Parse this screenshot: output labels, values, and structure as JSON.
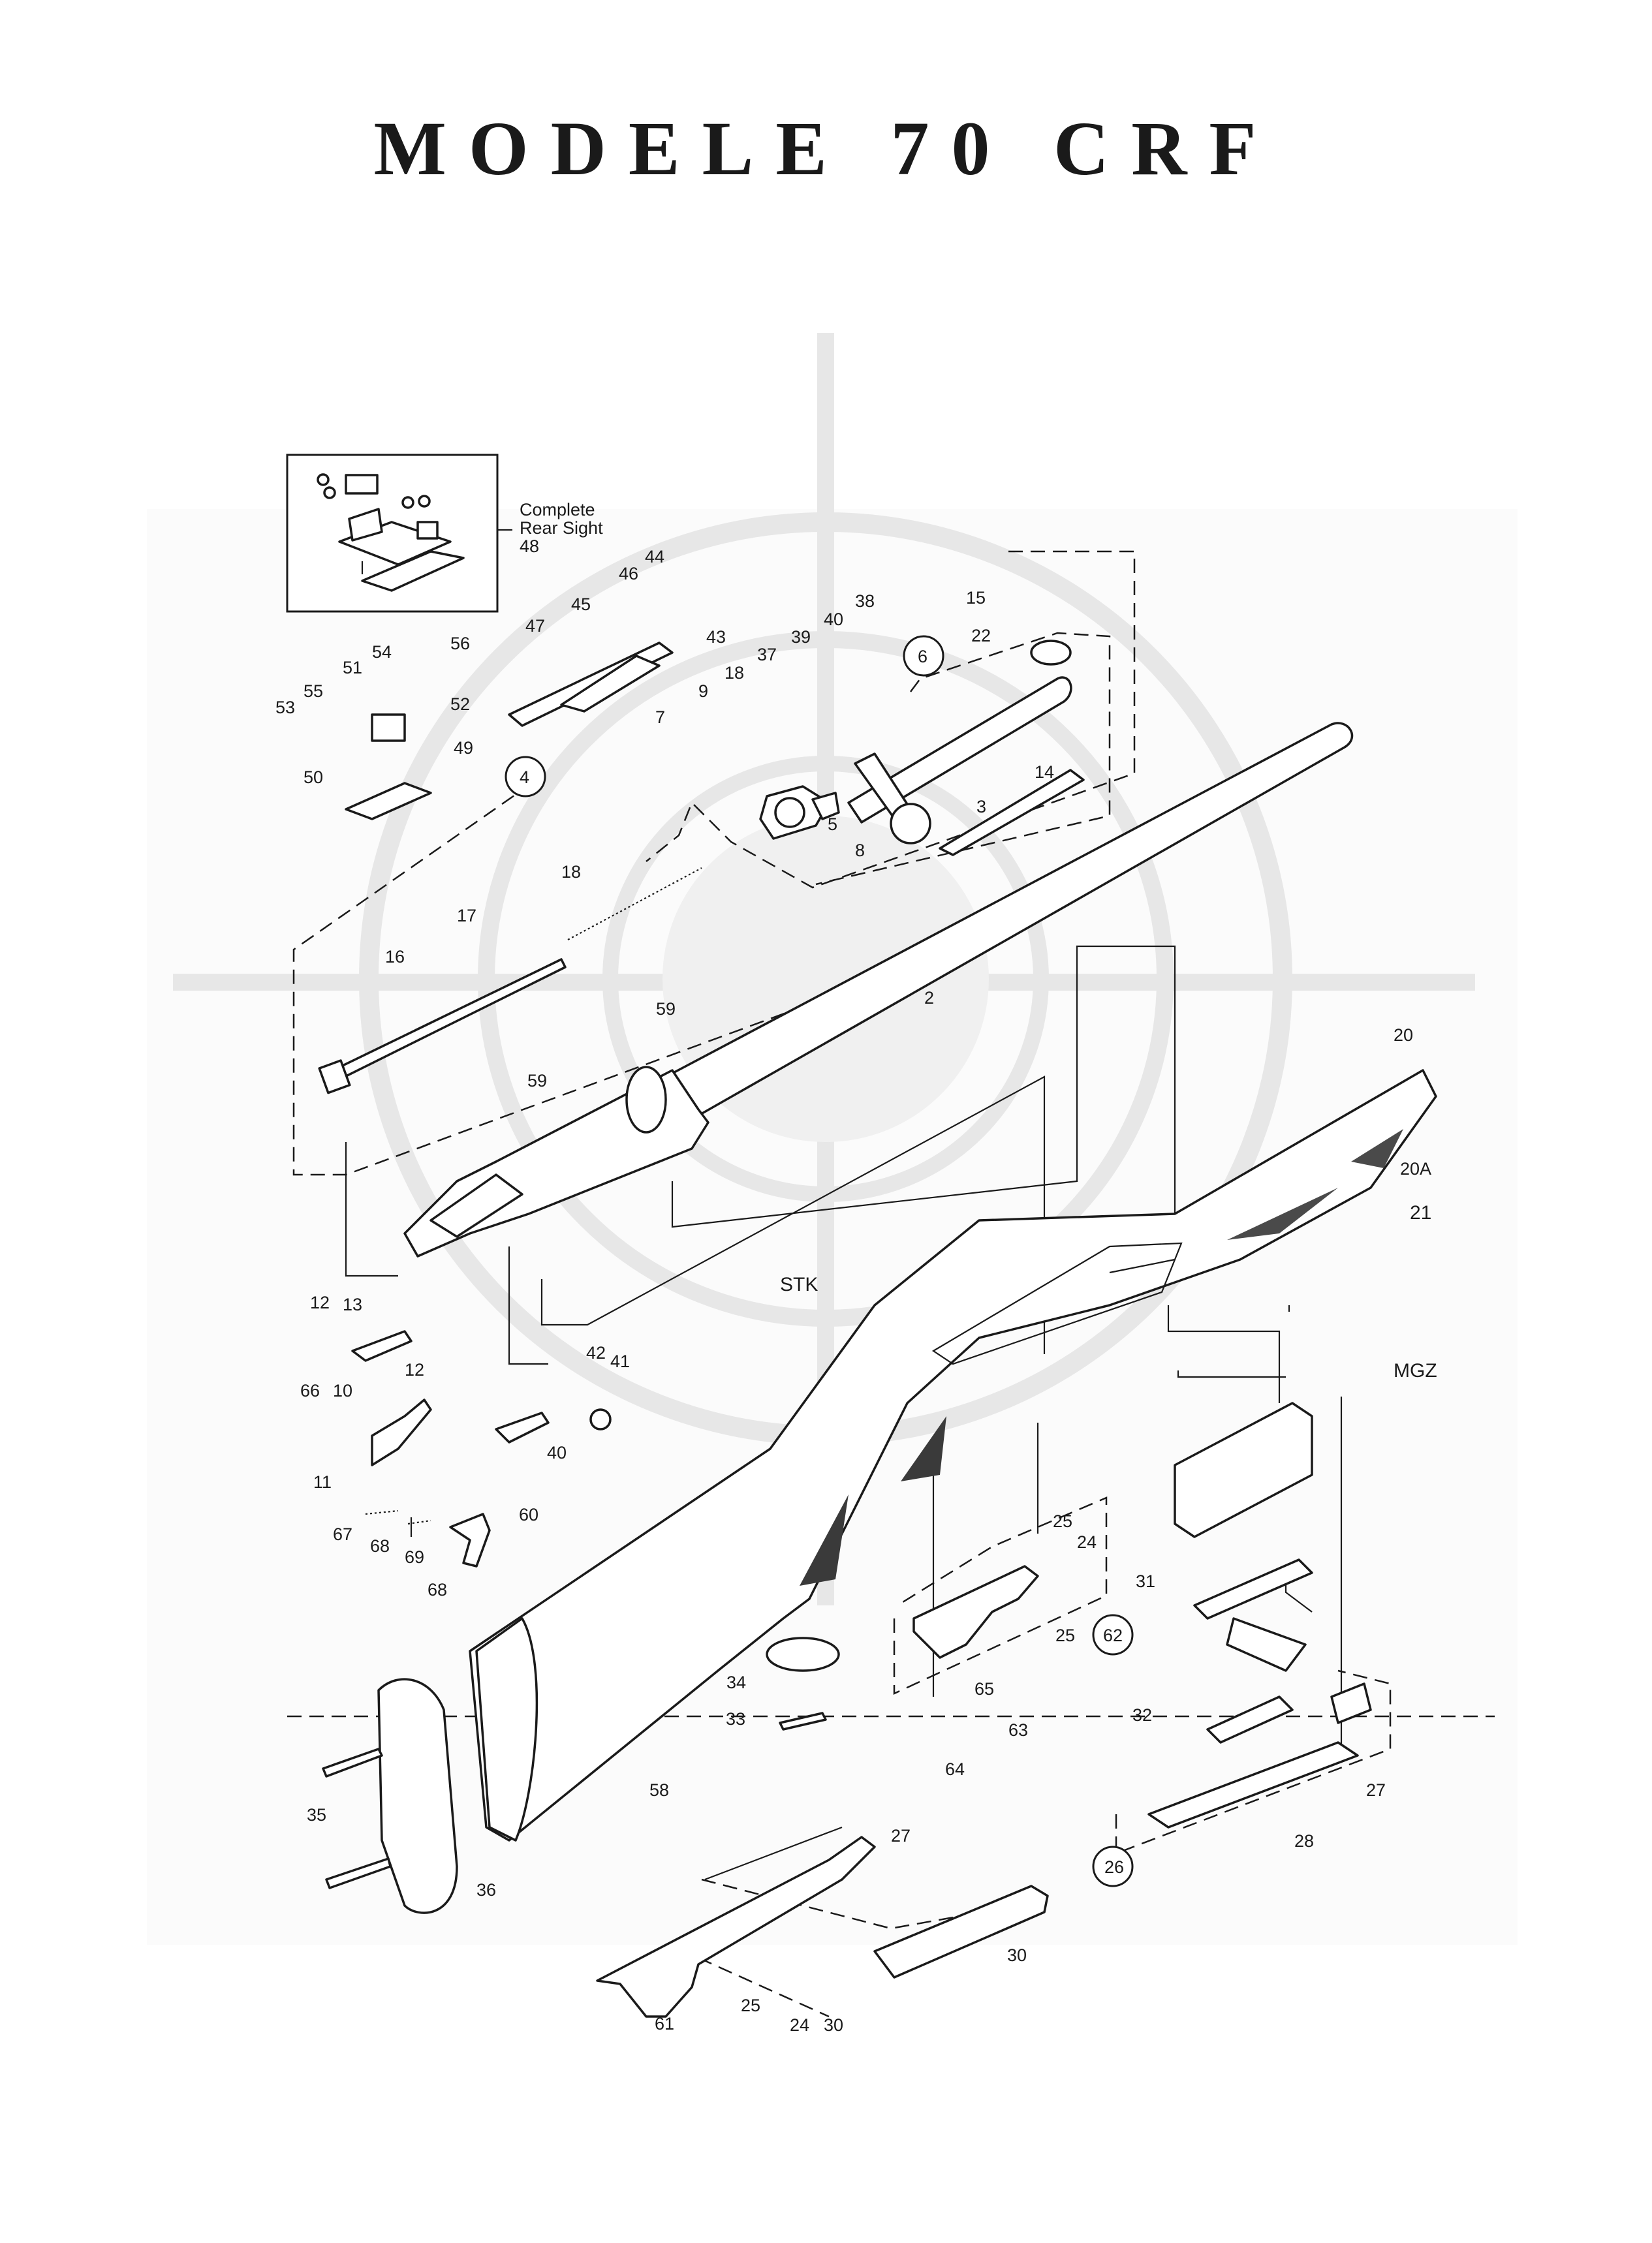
{
  "title": "MODELE 70 CRF",
  "inset": {
    "caption_line1": "Complete",
    "caption_line2": "Rear Sight",
    "caption_num": "48"
  },
  "labels": {
    "l44": "44",
    "l46": "46",
    "l45": "45",
    "l47": "47",
    "l43": "43",
    "l38": "38",
    "l40a": "40",
    "l37": "37",
    "l39": "39",
    "l18a": "18",
    "l9": "9",
    "l7": "7",
    "l5": "5",
    "l8": "8",
    "l3": "3",
    "l15": "15",
    "l22": "22",
    "l14": "14",
    "c6": "6",
    "c4": "4",
    "l54": "54",
    "l56": "56",
    "l51": "51",
    "l55": "55",
    "l53": "53",
    "l52": "52",
    "l49": "49",
    "l50": "50",
    "l18b": "18",
    "l17": "17",
    "l16": "16",
    "l2": "2",
    "l59a": "59",
    "l59b": "59",
    "l20": "20",
    "l20A": "20A",
    "l21": "21",
    "STK": "STK",
    "MGZ": "MGZ",
    "l12a": "12",
    "l13": "13",
    "l12b": "12",
    "l66": "66",
    "l10": "10",
    "l11": "11",
    "l42": "42",
    "l41": "41",
    "l40b": "40",
    "l67": "67",
    "l68a": "68",
    "l69": "69",
    "l60": "60",
    "l68b": "68",
    "l25a": "25",
    "l24a": "24",
    "l25b": "25",
    "c62": "62",
    "l31": "31",
    "l65": "65",
    "l63": "63",
    "l64": "64",
    "l34": "34",
    "l33": "33",
    "l32": "32",
    "l27a": "27",
    "l28": "28",
    "l35": "35",
    "l36": "36",
    "l58": "58",
    "c26": "26",
    "l27b": "27",
    "l30a": "30",
    "l61": "61",
    "l25c": "25",
    "l24b": "24",
    "l30b": "30"
  }
}
